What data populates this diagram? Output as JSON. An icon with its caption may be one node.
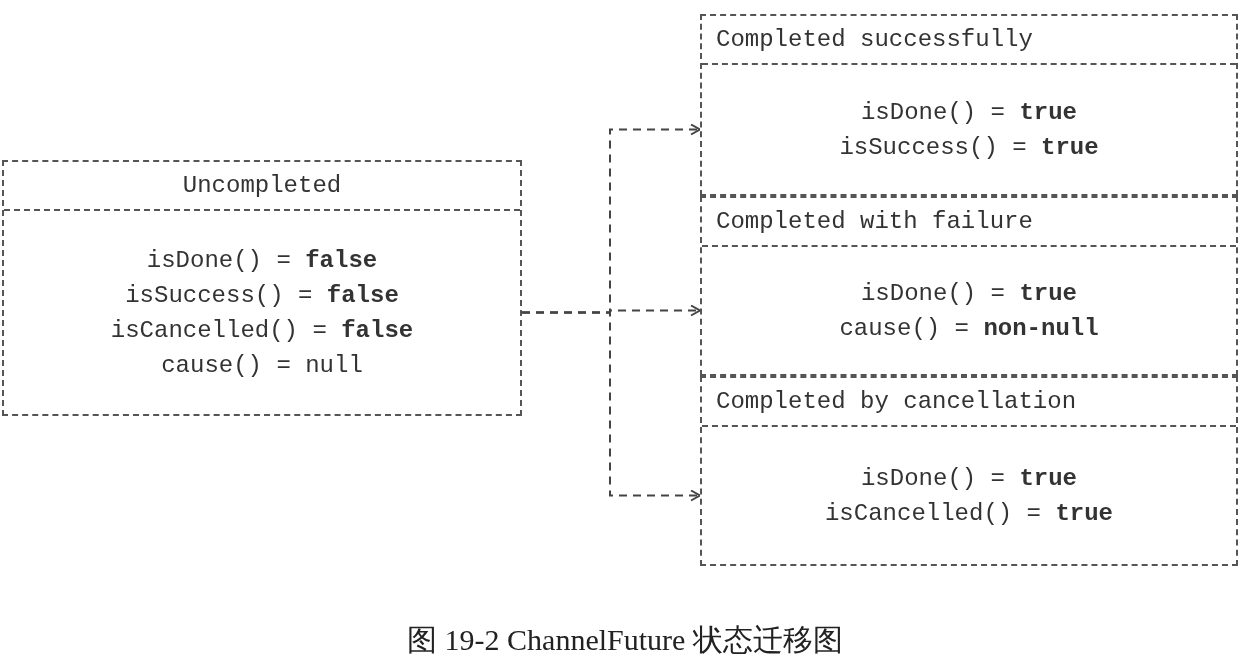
{
  "diagram": {
    "caption": "图 19-2 ChannelFuture 状态迁移图",
    "nodes": [
      {
        "text": [
          "Uncompleted",
          "isDone() = **false**",
          "isSuccess() = **false**",
          "isCancelled() = **false**",
          "cause() = null"
        ]
      },
      {
        "text": [
          "Completed successfully",
          "isDone() = **true**",
          "isSuccess() = **true**"
        ]
      },
      {
        "text": [
          "Completed with failure",
          "isDone() = **true**",
          "cause() = **non-null**"
        ]
      },
      {
        "text": [
          "Completed by cancellation",
          "isDone() = **true**",
          "isCancelled() = **true**"
        ]
      }
    ],
    "edges": [
      {
        "from": 0,
        "to": 1,
        "arrow": "to",
        "style": "dashed"
      },
      {
        "from": 0,
        "to": 2,
        "arrow": "to",
        "style": "dashed"
      },
      {
        "from": 0,
        "to": 3,
        "arrow": "to",
        "style": "dashed"
      }
    ]
  }
}
